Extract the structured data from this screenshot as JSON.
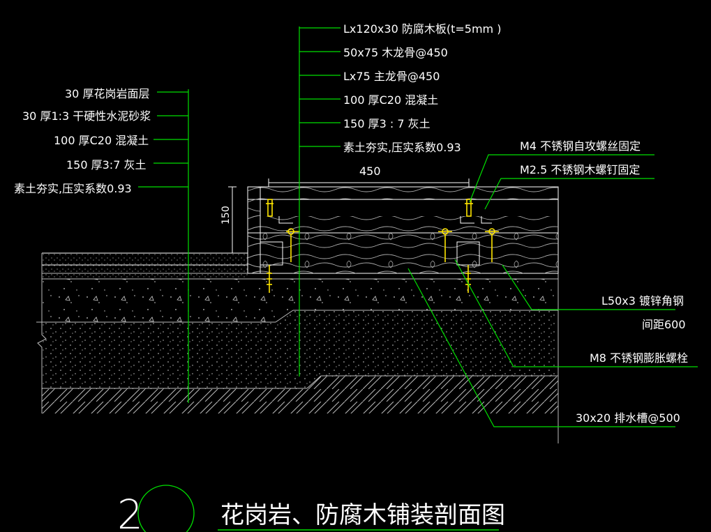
{
  "left_labels": [
    "30 厚花岗岩面层",
    "30 厚1:3  干硬性水泥砂浆",
    "100  厚C20  混凝土",
    "150  厚3:7  灰土",
    "素土夯实,压实系数0.93"
  ],
  "top_labels": [
    "Lx120x30    防腐木板(t=5mm    )",
    "50x75   木龙骨@450",
    "Lx75  主龙骨@450",
    "100   厚C20  混凝土",
    "150   厚3 : 7 灰土",
    "素土夯实,压实系数0.93"
  ],
  "fastener_labels": {
    "m4": "M4  不锈钢自攻螺丝固定",
    "m25": "M2.5   不锈钢木螺钉固定"
  },
  "right_labels": {
    "angle_steel": "L50x3   镀锌角钢",
    "angle_spacing": "间距600",
    "bolt": "M8  不锈钢膨胀螺栓",
    "drain": "30x20    排水槽@500"
  },
  "dimensions": {
    "spacing": "450",
    "height": "150"
  },
  "title": "花岗岩、防腐木铺装剖面图",
  "detail_number": "2",
  "colors": {
    "background": "#000000",
    "leader": "#00e000",
    "outline": "#ffffff",
    "fastener": "#ffe600",
    "title_underline": "#00e000"
  }
}
